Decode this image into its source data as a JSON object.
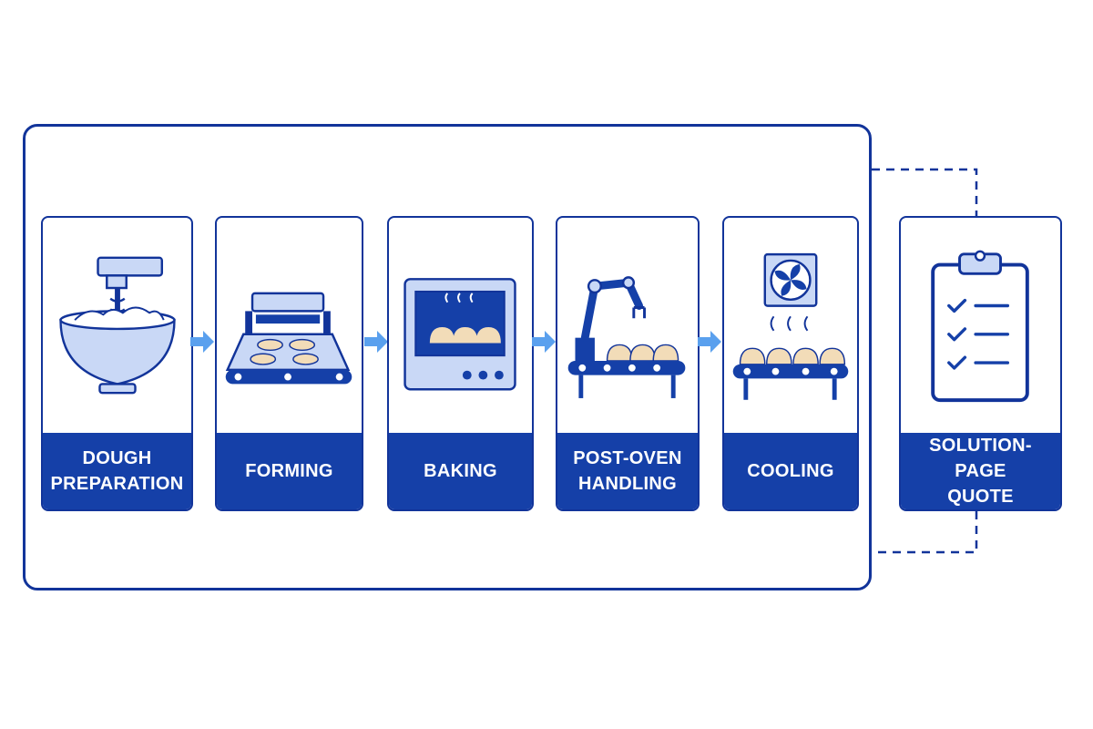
{
  "colors": {
    "primary": "#1540a8",
    "outline": "#12349a",
    "light_fill": "#c9d8f6",
    "arrow": "#5aa0ee",
    "dough": "#f2dcb8"
  },
  "stages": [
    {
      "label": "DOUGH\nPREPARATION",
      "icon": "mixer-bowl-icon"
    },
    {
      "label": "FORMING",
      "icon": "forming-press-icon"
    },
    {
      "label": "BAKING",
      "icon": "oven-icon"
    },
    {
      "label": "POST-OVEN\nHANDLING",
      "icon": "robot-arm-icon"
    },
    {
      "label": "COOLING",
      "icon": "cooling-fan-icon"
    }
  ],
  "output": {
    "label": "SOLUTION-PAGE\nQUOTE",
    "icon": "clipboard-checklist-icon"
  }
}
